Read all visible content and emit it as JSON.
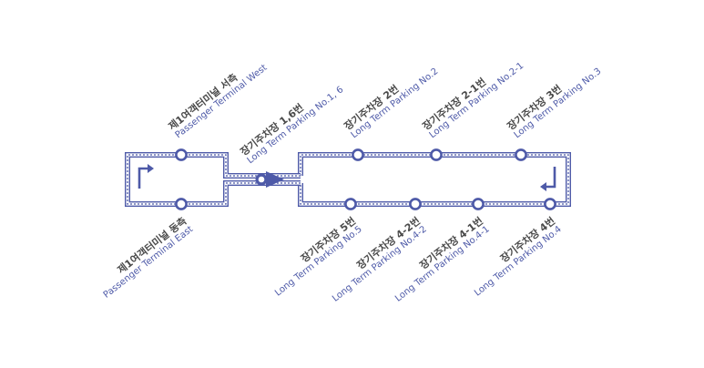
{
  "colors": {
    "route": "#4e5aa8",
    "ko_text": "#4a4a4a",
    "en_text": "#4e5aa8",
    "background": "#ffffff"
  },
  "stops": {
    "terminal_west": {
      "ko": "제1여객터미널 서측",
      "en": "Passenger Terminal West"
    },
    "terminal_east": {
      "ko": "제1여객터미널 동측",
      "en": "Passenger Terminal East"
    },
    "p16": {
      "ko": "장기주차장 1,6번",
      "en": "Long Term Parking No.1, 6"
    },
    "p2": {
      "ko": "장기주차장 2번",
      "en": "Long Term Parking No.2"
    },
    "p21": {
      "ko": "장기주차장 2-1번",
      "en": "Long Term Parking No.2-1"
    },
    "p3": {
      "ko": "장기주차장 3번",
      "en": "Long Term Parking No.3"
    },
    "p5": {
      "ko": "장기주차장 5번",
      "en": "Long Term Parking No.5"
    },
    "p42": {
      "ko": "장기주차장 4-2번",
      "en": "Long Term Parking No.4-2"
    },
    "p41": {
      "ko": "장기주차장 4-1번",
      "en": "Long Term Parking No.4-1"
    },
    "p4": {
      "ko": "장기주차장 4번",
      "en": "Long Term Parking No.4"
    }
  },
  "icons": {
    "direction_west": "turn-right-arrow-icon",
    "direction_east": "turn-left-arrow-icon",
    "current_position": "current-position-arrow-icon"
  }
}
